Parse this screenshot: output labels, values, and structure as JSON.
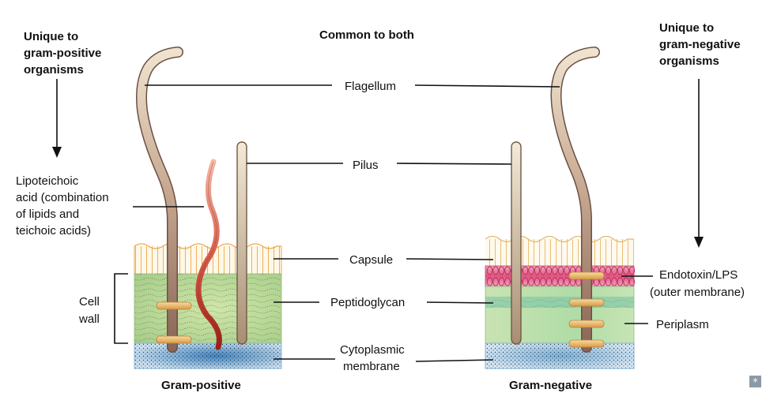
{
  "headers": {
    "gram_positive_unique": [
      "Unique to",
      "gram-positive",
      "organisms"
    ],
    "common": "Common to both",
    "gram_negative_unique": [
      "Unique to",
      "gram-negative",
      "organisms"
    ]
  },
  "labels": {
    "flagellum": "Flagellum",
    "pilus": "Pilus",
    "capsule": "Capsule",
    "peptidoglycan": "Peptidoglycan",
    "cytoplasmic_membrane": [
      "Cytoplasmic",
      "membrane"
    ],
    "lipoteichoic": [
      "Lipoteichoic",
      "acid (combination",
      "of lipids and",
      "teichoic acids)"
    ],
    "cell_wall": [
      "Cell",
      "wall"
    ],
    "endotoxin": [
      "Endotoxin/LPS",
      "(outer membrane)"
    ],
    "periplasm": "Periplasm"
  },
  "captions": {
    "gram_positive": "Gram-positive",
    "gram_negative": "Gram-negative"
  },
  "colors": {
    "capsule": "#e9a84a",
    "peptidoglycan": "#b9d89a",
    "membrane": "#7fb2d8",
    "outer_membrane": "#e57aa0",
    "flagellum": "#9c7a6a",
    "teichoic": "#c0392b",
    "pilus": "#c4a88a"
  },
  "icons": {
    "corner": "asterisk-icon"
  }
}
